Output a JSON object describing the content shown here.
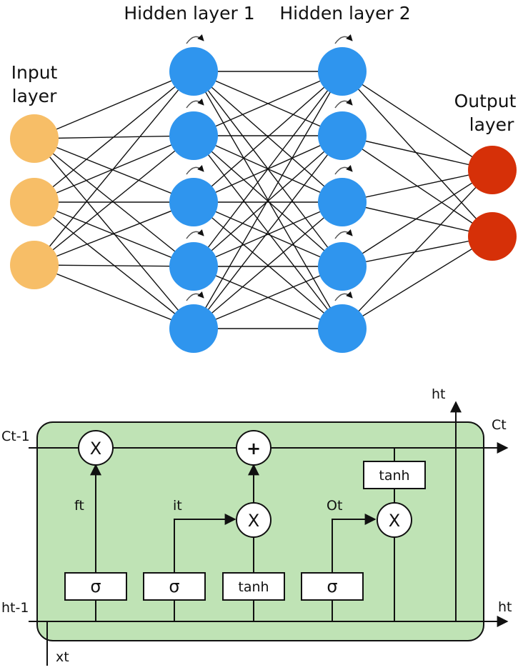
{
  "network": {
    "labels": {
      "input_line1": "Input",
      "input_line2": "layer",
      "hidden1": "Hidden layer 1",
      "hidden2": "Hidden layer 2",
      "output_line1": "Output",
      "output_line2": "layer"
    },
    "layers": [
      {
        "name": "input",
        "neurons": 3,
        "color": "#F7BE67"
      },
      {
        "name": "hidden1",
        "neurons": 5,
        "color": "#2F95EE",
        "recurrent": true
      },
      {
        "name": "hidden2",
        "neurons": 5,
        "color": "#2F95EE",
        "recurrent": true
      },
      {
        "name": "output",
        "neurons": 2,
        "color": "#D63008"
      }
    ]
  },
  "lstm": {
    "cell_color": "#BFE3B5",
    "inputs": {
      "c_prev": "Ct-1",
      "h_prev": "ht-1",
      "x": "xt"
    },
    "outputs": {
      "c": "Ct",
      "h_top": "ht",
      "h_right": "ht"
    },
    "gates": {
      "forget": "ft",
      "input": "it",
      "output": "Ot"
    },
    "ops": {
      "mult": "X",
      "add": "+"
    },
    "blocks": {
      "sigma": "σ",
      "tanh": "tanh"
    }
  }
}
